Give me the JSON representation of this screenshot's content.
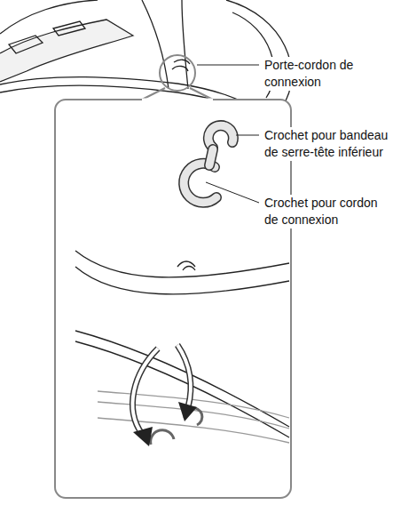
{
  "diagram": {
    "labels": [
      "Porte-cordon de connexion",
      "Crochet pour bandeau de serre-tête inférieur",
      "Crochet pour cordon de connexion"
    ]
  }
}
